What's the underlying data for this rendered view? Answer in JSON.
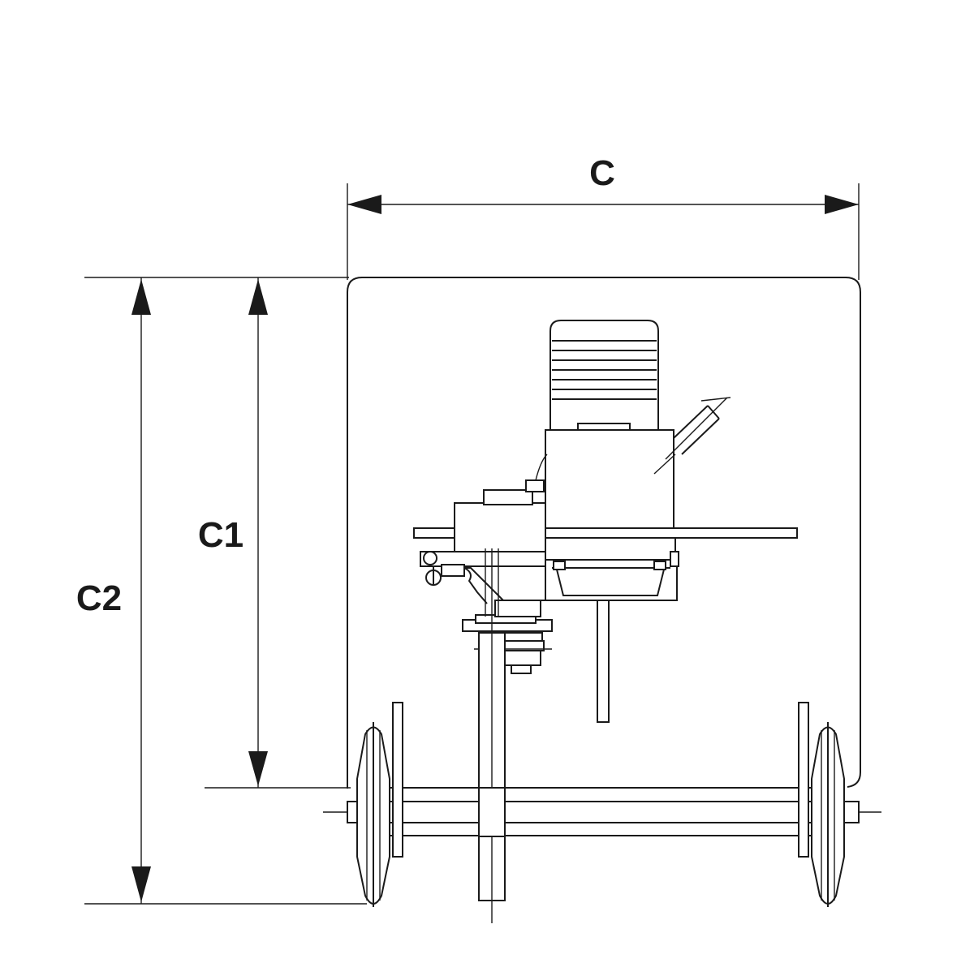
{
  "dimensions": {
    "width_label": "C",
    "height_label_1": "C1",
    "height_label_2": "C2"
  },
  "colors": {
    "line": "#1a1a1a",
    "background": "#ffffff"
  }
}
